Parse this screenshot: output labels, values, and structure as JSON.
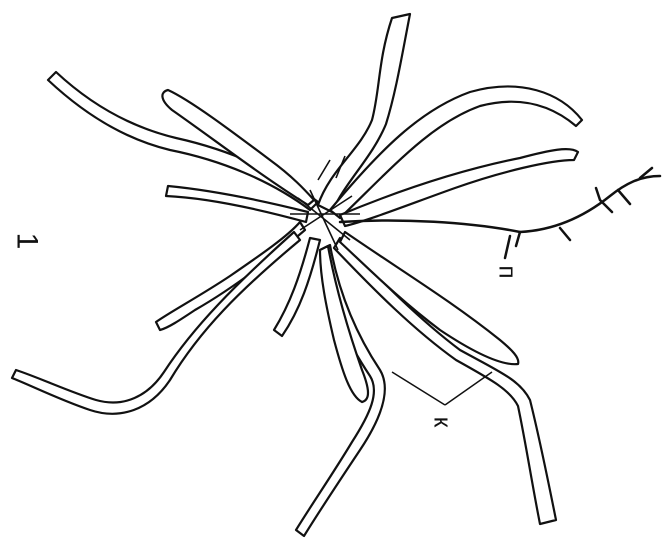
{
  "figure": {
    "number_label": "1",
    "label_p": "п",
    "label_k": "к"
  },
  "colors": {
    "ink": "#111111",
    "paper": "#ffffff"
  }
}
